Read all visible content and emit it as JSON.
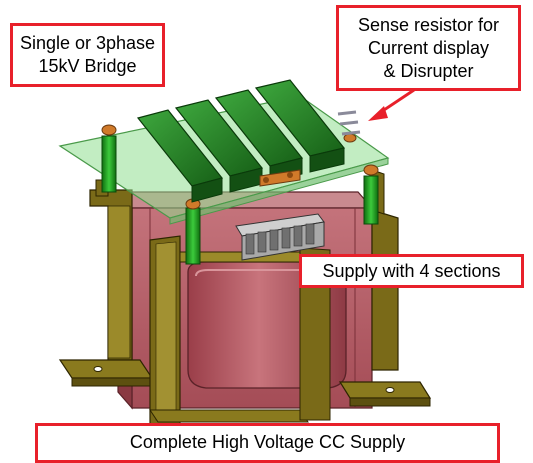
{
  "callouts": {
    "bridge": "Single or 3phase\n15kV Bridge",
    "sense": "Sense resistor for\nCurrent display\n& Disrupter",
    "supply": "Supply with 4 sections",
    "title": "Complete High Voltage CC Supply"
  },
  "colors": {
    "callout_border": "#e8202a",
    "transformer_body": "#b5565f",
    "board": "#8fdf8f",
    "resistor": "#2e8b2e",
    "bracket": "#7a6a18",
    "standoff": "#22a022"
  }
}
